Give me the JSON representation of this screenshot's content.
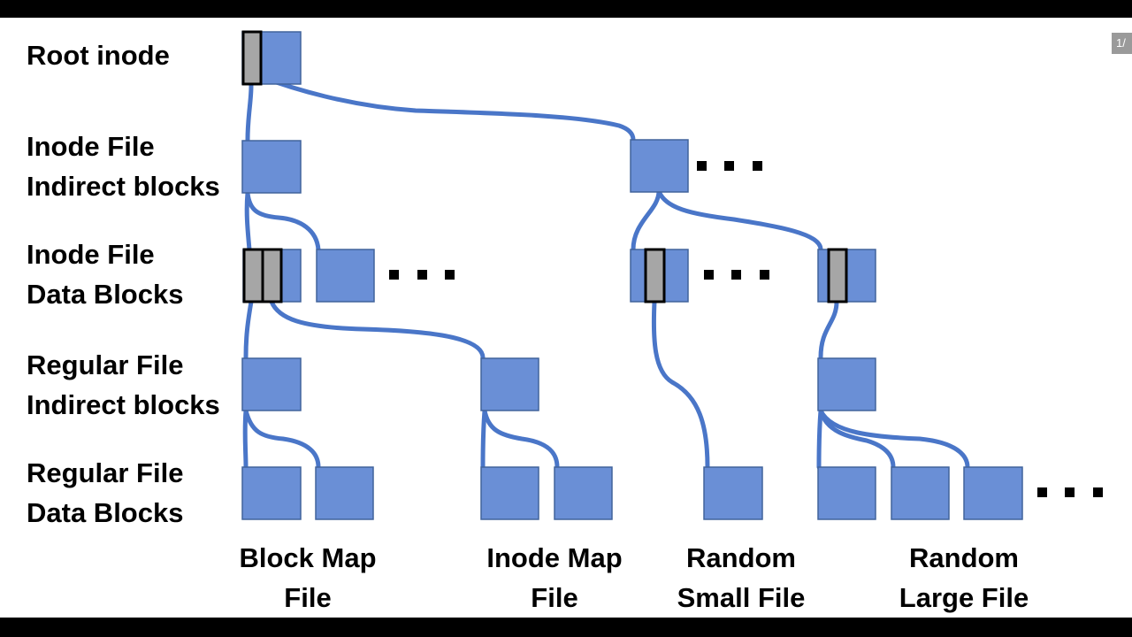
{
  "rows": {
    "root_inode": [
      "Root inode"
    ],
    "inode_indirect": [
      "Inode File",
      "Indirect blocks"
    ],
    "inode_data": [
      "Inode File",
      "Data Blocks"
    ],
    "regular_indirect": [
      "Regular File",
      "Indirect blocks"
    ],
    "regular_data": [
      "Regular File",
      "Data Blocks"
    ]
  },
  "columns": {
    "block_map": [
      "Block Map",
      "File"
    ],
    "inode_map": [
      "Inode Map",
      "File"
    ],
    "random_small": [
      "Random",
      "Small File"
    ],
    "random_large": [
      "Random",
      "Large File"
    ]
  },
  "page_indicator": "1/",
  "colors": {
    "block_fill": "#6a8fd6",
    "edge": "#4a76c8",
    "pointer_fill": "#a6a6a6",
    "background": "#ffffff",
    "frame": "#000000"
  }
}
